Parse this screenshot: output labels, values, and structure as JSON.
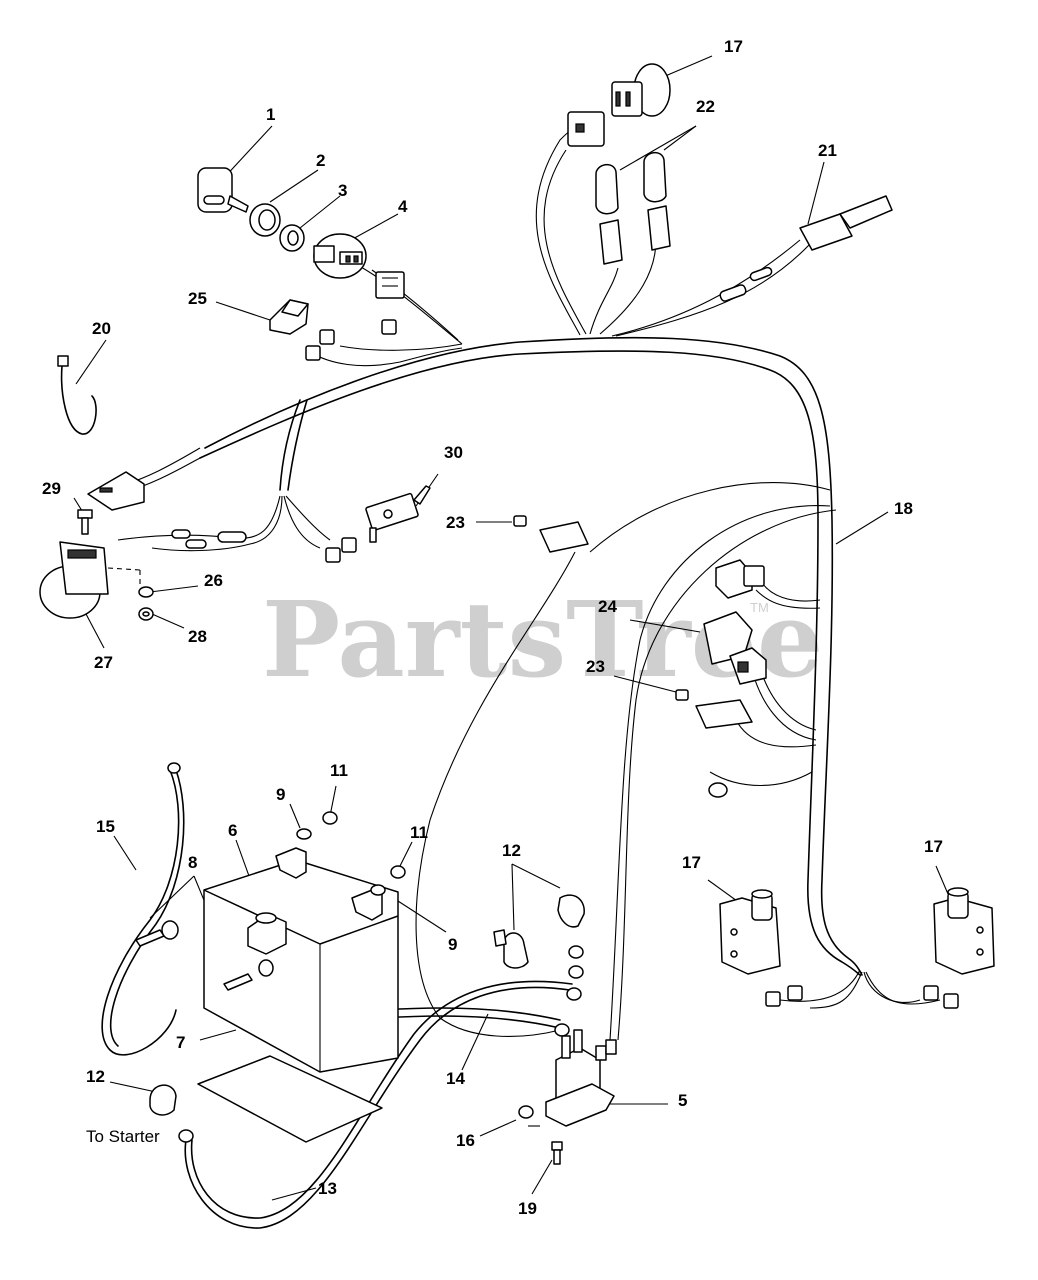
{
  "watermark": {
    "text": "PartsTree",
    "trademark": "TM"
  },
  "labels": {
    "n1": "1",
    "n2": "2",
    "n3": "3",
    "n4": "4",
    "n5": "5",
    "n6": "6",
    "n7": "7",
    "n8": "8",
    "n9a": "9",
    "n9b": "9",
    "n11a": "11",
    "n11b": "11",
    "n12a": "12",
    "n12b": "12",
    "n13": "13",
    "n14": "14",
    "n15": "15",
    "n16": "16",
    "n17a": "17",
    "n17b": "17",
    "n17c": "17",
    "n18": "18",
    "n19": "19",
    "n20": "20",
    "n21": "21",
    "n22": "22",
    "n23a": "23",
    "n23b": "23",
    "n24": "24",
    "n25": "25",
    "n26": "26",
    "n27": "27",
    "n28": "28",
    "n29": "29",
    "n30": "30"
  },
  "annotations": {
    "to_starter": "To Starter"
  }
}
